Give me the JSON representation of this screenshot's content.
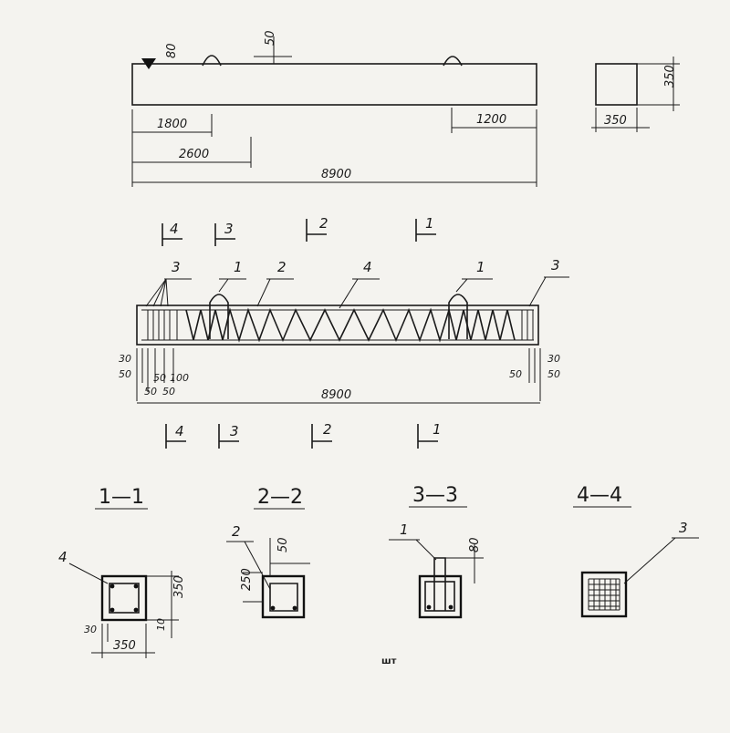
{
  "elevation": {
    "dims": {
      "d80": "80",
      "d50": "50",
      "d1800": "1800",
      "d2600": "2600",
      "d1200": "1200",
      "d8900": "8900"
    }
  },
  "cross_section": {
    "width": "350",
    "height": "350"
  },
  "plan": {
    "cut_marks_top": [
      "4",
      "3",
      "2",
      "1"
    ],
    "cut_marks_bottom": [
      "4",
      "3",
      "2",
      "1"
    ],
    "callouts": [
      "3",
      "1",
      "2",
      "4",
      "1",
      "3"
    ],
    "dims_left": [
      "30",
      "50",
      "50",
      "100",
      "50",
      "50"
    ],
    "dims_right": [
      "30",
      "50",
      "50"
    ],
    "total": "8900"
  },
  "sections": [
    {
      "title": "1—1",
      "label": "4",
      "dims": {
        "height": "350",
        "width": "350",
        "left": "30",
        "right": "10"
      }
    },
    {
      "title": "2—2",
      "label": "2",
      "dims": {
        "top": "50",
        "height": "250"
      }
    },
    {
      "title": "3—3",
      "label": "1",
      "dims": {
        "top": "80"
      }
    },
    {
      "title": "4—4",
      "label": "3",
      "dims": {}
    }
  ],
  "footer_mark": "шт"
}
